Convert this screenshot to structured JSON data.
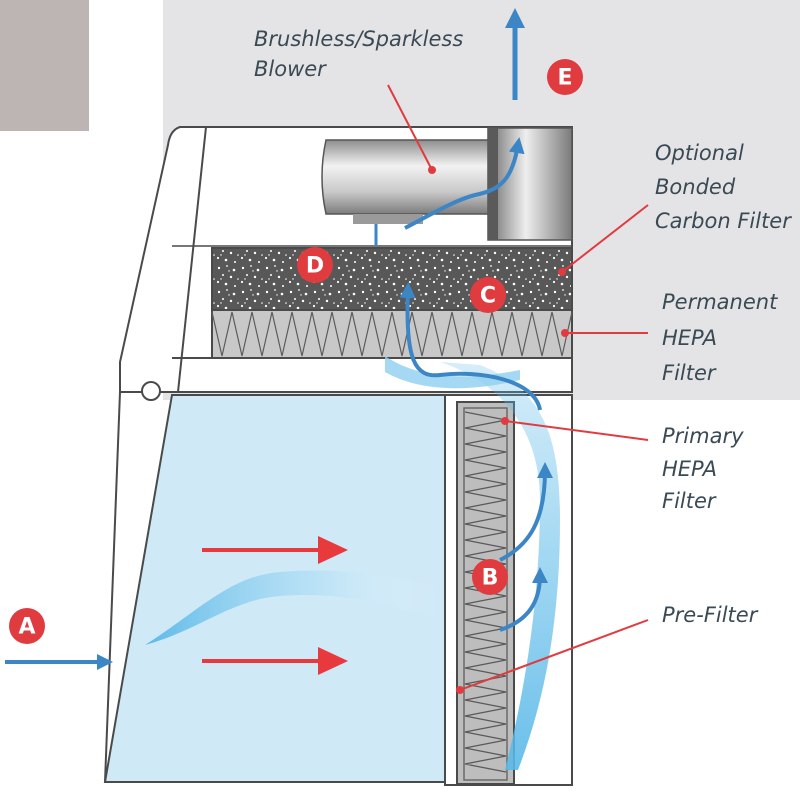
{
  "labels": {
    "blower_line1": "Brushless/Sparkless",
    "blower_line2": "Blower",
    "carbon_line1": "Optional",
    "carbon_line2": "Bonded",
    "carbon_line3": "Carbon Filter",
    "hepa_perm_line1": "Permanent",
    "hepa_perm_line2": "HEPA",
    "hepa_perm_line3": "Filter",
    "hepa_primary_line1": "Primary",
    "hepa_primary_line2": "HEPA",
    "hepa_primary_line3": "Filter",
    "prefilter": "Pre-Filter"
  },
  "badges": {
    "a": "A",
    "b": "B",
    "c": "C",
    "d": "D",
    "e": "E"
  },
  "colors": {
    "background_panel": "#e4e4e6",
    "corner_block": "#bdb5b3",
    "intake_fill": "#cfe9f7",
    "badge_red": "#e03b3f",
    "airflow_blue": "#3d86c6",
    "arrow_red": "#e8393d"
  }
}
